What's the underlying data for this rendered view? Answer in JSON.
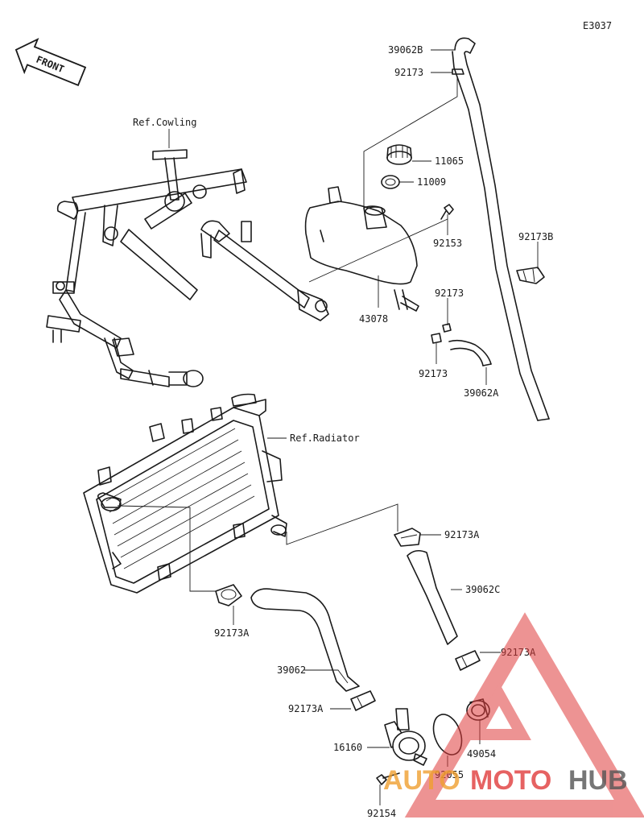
{
  "diagram_code": "E3037",
  "front_label": "FRONT",
  "references": {
    "cowling": "Ref.Cowling",
    "radiator": "Ref.Radiator"
  },
  "parts": {
    "p39062B": "39062B",
    "p92173_top": "92173",
    "p11065": "11065",
    "p11009": "11009",
    "p92153": "92153",
    "p92173B": "92173B",
    "p92173_mid": "92173",
    "p43078": "43078",
    "p92173_low": "92173",
    "p39062A": "39062A",
    "p92173A_1": "92173A",
    "p39062C": "39062C",
    "p92173A_2": "92173A",
    "p92173A_3": "92173A",
    "p39062": "39062",
    "p92173A_4": "92173A",
    "p16160": "16160",
    "p49054": "49054",
    "p92055": "92055",
    "p92154": "92154"
  },
  "watermark": {
    "part1": "AUTO",
    "part2": "MOTO",
    "part3": "HUB"
  },
  "colors": {
    "line": "#1a1a1a",
    "watermark_red": "#e03b3b",
    "watermark_orange": "#f0a030",
    "watermark_gray": "#555555"
  }
}
